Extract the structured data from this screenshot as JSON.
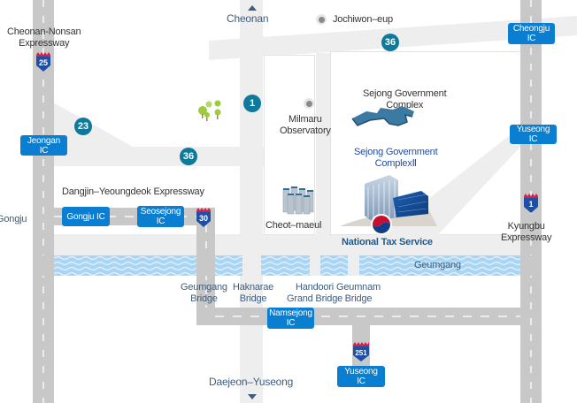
{
  "map": {
    "title": "Location map of National Tax Service, Sejong",
    "colors": {
      "ic_badge": "#0a7ed1",
      "route_circle": "#0e7a9b",
      "expressway": "#c9c8c8",
      "local_road": "#eeeeee",
      "river": "#a9d6f5",
      "highlight_text": "#1f4fa8"
    },
    "directions": {
      "north": {
        "label": "Cheonan",
        "icon": "triangle-up-icon"
      },
      "south": {
        "label": "Daejeon–Yuseong",
        "icon": "triangle-down-icon"
      },
      "west": {
        "label": "Gongju"
      }
    },
    "expressways": [
      {
        "name": "Cheonan-Nonsan\nExpressway",
        "number": "25"
      },
      {
        "name": "Dangjin–Yeoungdeok Expressway",
        "number": "30"
      },
      {
        "name": "Kyungbu\nExpressway",
        "number": "1"
      },
      {
        "name": "",
        "number": "251"
      }
    ],
    "interchanges": [
      {
        "label": "Jeongan IC"
      },
      {
        "label": "Gongju IC"
      },
      {
        "label": "Seosejong\nIC"
      },
      {
        "label": "Cheongju\nIC"
      },
      {
        "label": "Yuseong IC"
      },
      {
        "label": "Namsejong\nIC"
      },
      {
        "label": "Yuseong IC"
      }
    ],
    "routes": [
      "23",
      "36",
      "36",
      "1"
    ],
    "places": [
      {
        "label": "Jochiwon–eup",
        "icon": "place-dot-icon"
      },
      {
        "label": "Milmaru\nObservatory",
        "icon": "place-dot-icon"
      },
      {
        "label": "Sejong Government\nComplex",
        "icon": "government-complex-icon"
      },
      {
        "label": "Sejong Government\nComplexⅡ",
        "icon": "building-icon"
      },
      {
        "label": "Cheot–maeul",
        "icon": "apartments-icon"
      },
      {
        "label": "National Tax Service",
        "icon": "nts-logo-icon"
      }
    ],
    "river": {
      "label": "Geumgang"
    },
    "bridges": [
      {
        "label": "Geumgang\nBridge"
      },
      {
        "label": "Haknarae\nBridge"
      },
      {
        "label": "Handoori\nGrand Bridge"
      },
      {
        "label": "Geumnam\nBridge"
      }
    ]
  }
}
